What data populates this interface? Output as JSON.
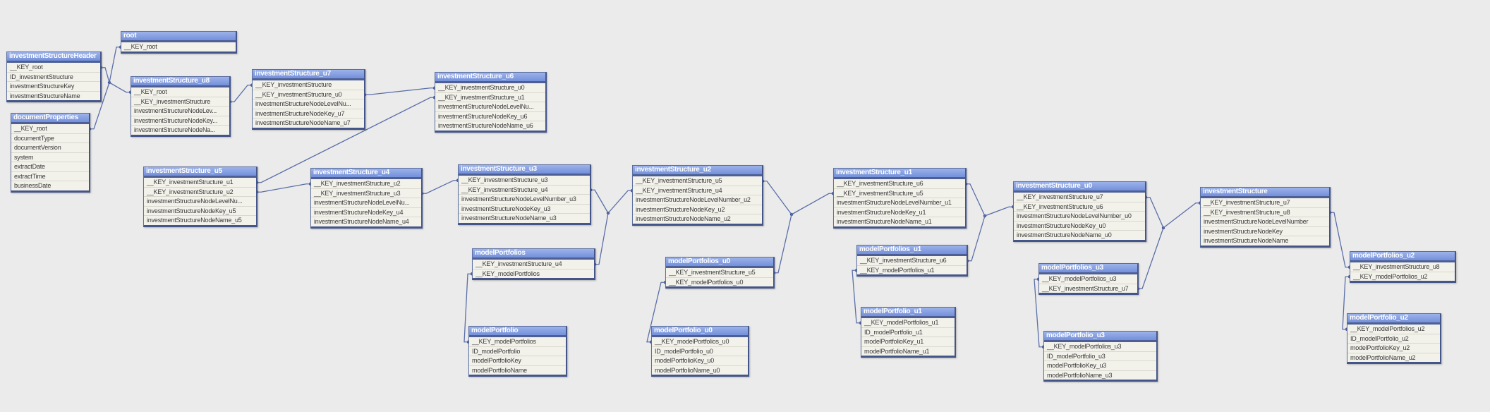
{
  "colors": {
    "background": "#ebebeb",
    "header": "#7f98dd",
    "border": "#44558a",
    "row": "#f2f1ea",
    "link": "#5a6ea8"
  },
  "tables": {
    "root": {
      "title": "root",
      "fields": [
        "__KEY_root"
      ]
    },
    "investmentStructureHeader": {
      "title": "investmentStructureHeader",
      "fields": [
        "__KEY_root",
        "ID_investmentStructure",
        "investmentStructureKey",
        "investmentStructureName"
      ]
    },
    "documentProperties": {
      "title": "documentProperties",
      "fields": [
        "__KEY_root",
        "documentType",
        "documentVersion",
        "system",
        "extractDate",
        "extractTime",
        "businessDate"
      ]
    },
    "u8": {
      "title": "investmentStructure_u8",
      "fields": [
        "__KEY_root",
        "__KEY_investmentStructure",
        "investmentStructureNodeLev...",
        "investmentStructureNodeKey...",
        "investmentStructureNodeNa..."
      ]
    },
    "u7": {
      "title": "investmentStructure_u7",
      "fields": [
        "__KEY_investmentStructure",
        "__KEY_investmentStructure_u0",
        "investmentStructureNodeLevelNu...",
        "investmentStructureNodeKey_u7",
        "investmentStructureNodeName_u7"
      ]
    },
    "u6": {
      "title": "investmentStructure_u6",
      "fields": [
        "__KEY_investmentStructure_u0",
        "__KEY_investmentStructure_u1",
        "investmentStructureNodeLevelNu...",
        "investmentStructureNodeKey_u6",
        "investmentStructureNodeName_u6"
      ]
    },
    "u5": {
      "title": "investmentStructure_u5",
      "fields": [
        "__KEY_investmentStructure_u1",
        "__KEY_investmentStructure_u2",
        "investmentStructureNodeLevelNu...",
        "investmentStructureNodeKey_u5",
        "investmentStructureNodeName_u5"
      ]
    },
    "u4": {
      "title": "investmentStructure_u4",
      "fields": [
        "__KEY_investmentStructure_u2",
        "__KEY_investmentStructure_u3",
        "investmentStructureNodeLevelNu...",
        "investmentStructureNodeKey_u4",
        "investmentStructureNodeName_u4"
      ]
    },
    "u3": {
      "title": "investmentStructure_u3",
      "fields": [
        "__KEY_investmentStructure_u3",
        "__KEY_investmentStructure_u4",
        "investmentStructureNodeLevelNumber_u3",
        "investmentStructureNodeKey_u3",
        "investmentStructureNodeName_u3"
      ]
    },
    "u2": {
      "title": "investmentStructure_u2",
      "fields": [
        "__KEY_investmentStructure_u5",
        "__KEY_investmentStructure_u4",
        "investmentStructureNodeLevelNumber_u2",
        "investmentStructureNodeKey_u2",
        "investmentStructureNodeName_u2"
      ]
    },
    "u1": {
      "title": "investmentStructure_u1",
      "fields": [
        "__KEY_investmentStructure_u6",
        "__KEY_investmentStructure_u5",
        "investmentStructureNodeLevelNumber_u1",
        "investmentStructureNodeKey_u1",
        "investmentStructureNodeName_u1"
      ]
    },
    "u0": {
      "title": "investmentStructure_u0",
      "fields": [
        "__KEY_investmentStructure_u7",
        "__KEY_investmentStructure_u6",
        "investmentStructureNodeLevelNumber_u0",
        "investmentStructureNodeKey_u0",
        "investmentStructureNodeName_u0"
      ]
    },
    "is": {
      "title": "investmentStructure",
      "fields": [
        "__KEY_investmentStructure_u7",
        "__KEY_investmentStructure_u8",
        "investmentStructureNodeLevelNumber",
        "investmentStructureNodeKey",
        "investmentStructureNodeName"
      ]
    },
    "mps": {
      "title": "modelPortfolios",
      "fields": [
        "__KEY_investmentStructure_u4",
        "__KEY_modelPortfolios"
      ]
    },
    "mp": {
      "title": "modelPortfolio",
      "fields": [
        "__KEY_modelPortfolios",
        "ID_modelPortfolio",
        "modelPortfolioKey",
        "modelPortfolioName"
      ]
    },
    "mps_u0": {
      "title": "modelPortfolios_u0",
      "fields": [
        "__KEY_investmentStructure_u5",
        "__KEY_modelPortfolios_u0"
      ]
    },
    "mp_u0": {
      "title": "modelPortfolio_u0",
      "fields": [
        "__KEY_modelPortfolios_u0",
        "ID_modelPortfolio_u0",
        "modelPortfolioKey_u0",
        "modelPortfolioName_u0"
      ]
    },
    "mps_u1": {
      "title": "modelPortfolios_u1",
      "fields": [
        "__KEY_investmentStructure_u6",
        "__KEY_modelPortfolios_u1"
      ]
    },
    "mp_u1": {
      "title": "modelPortfolio_u1",
      "fields": [
        "__KEY_modelPortfolios_u1",
        "ID_modelPortfolio_u1",
        "modelPortfolioKey_u1",
        "modelPortfolioName_u1"
      ]
    },
    "mps_u3": {
      "title": "modelPortfolios_u3",
      "fields": [
        "__KEY_modelPortfolios_u3",
        "__KEY_investmentStructure_u7"
      ]
    },
    "mp_u3": {
      "title": "modelPortfolio_u3",
      "fields": [
        "__KEY_modelPortfolios_u3",
        "ID_modelPortfolio_u3",
        "modelPortfolioKey_u3",
        "modelPortfolioName_u3"
      ]
    },
    "mps_u2": {
      "title": "modelPortfolios_u2",
      "fields": [
        "__KEY_investmentStructure_u8",
        "__KEY_modelPortfolios_u2"
      ]
    },
    "mp_u2": {
      "title": "modelPortfolio_u2",
      "fields": [
        "__KEY_modelPortfolios_u2",
        "ID_modelPortfolio_u2",
        "modelPortfolioKey_u2",
        "modelPortfolioName_u2"
      ]
    }
  }
}
